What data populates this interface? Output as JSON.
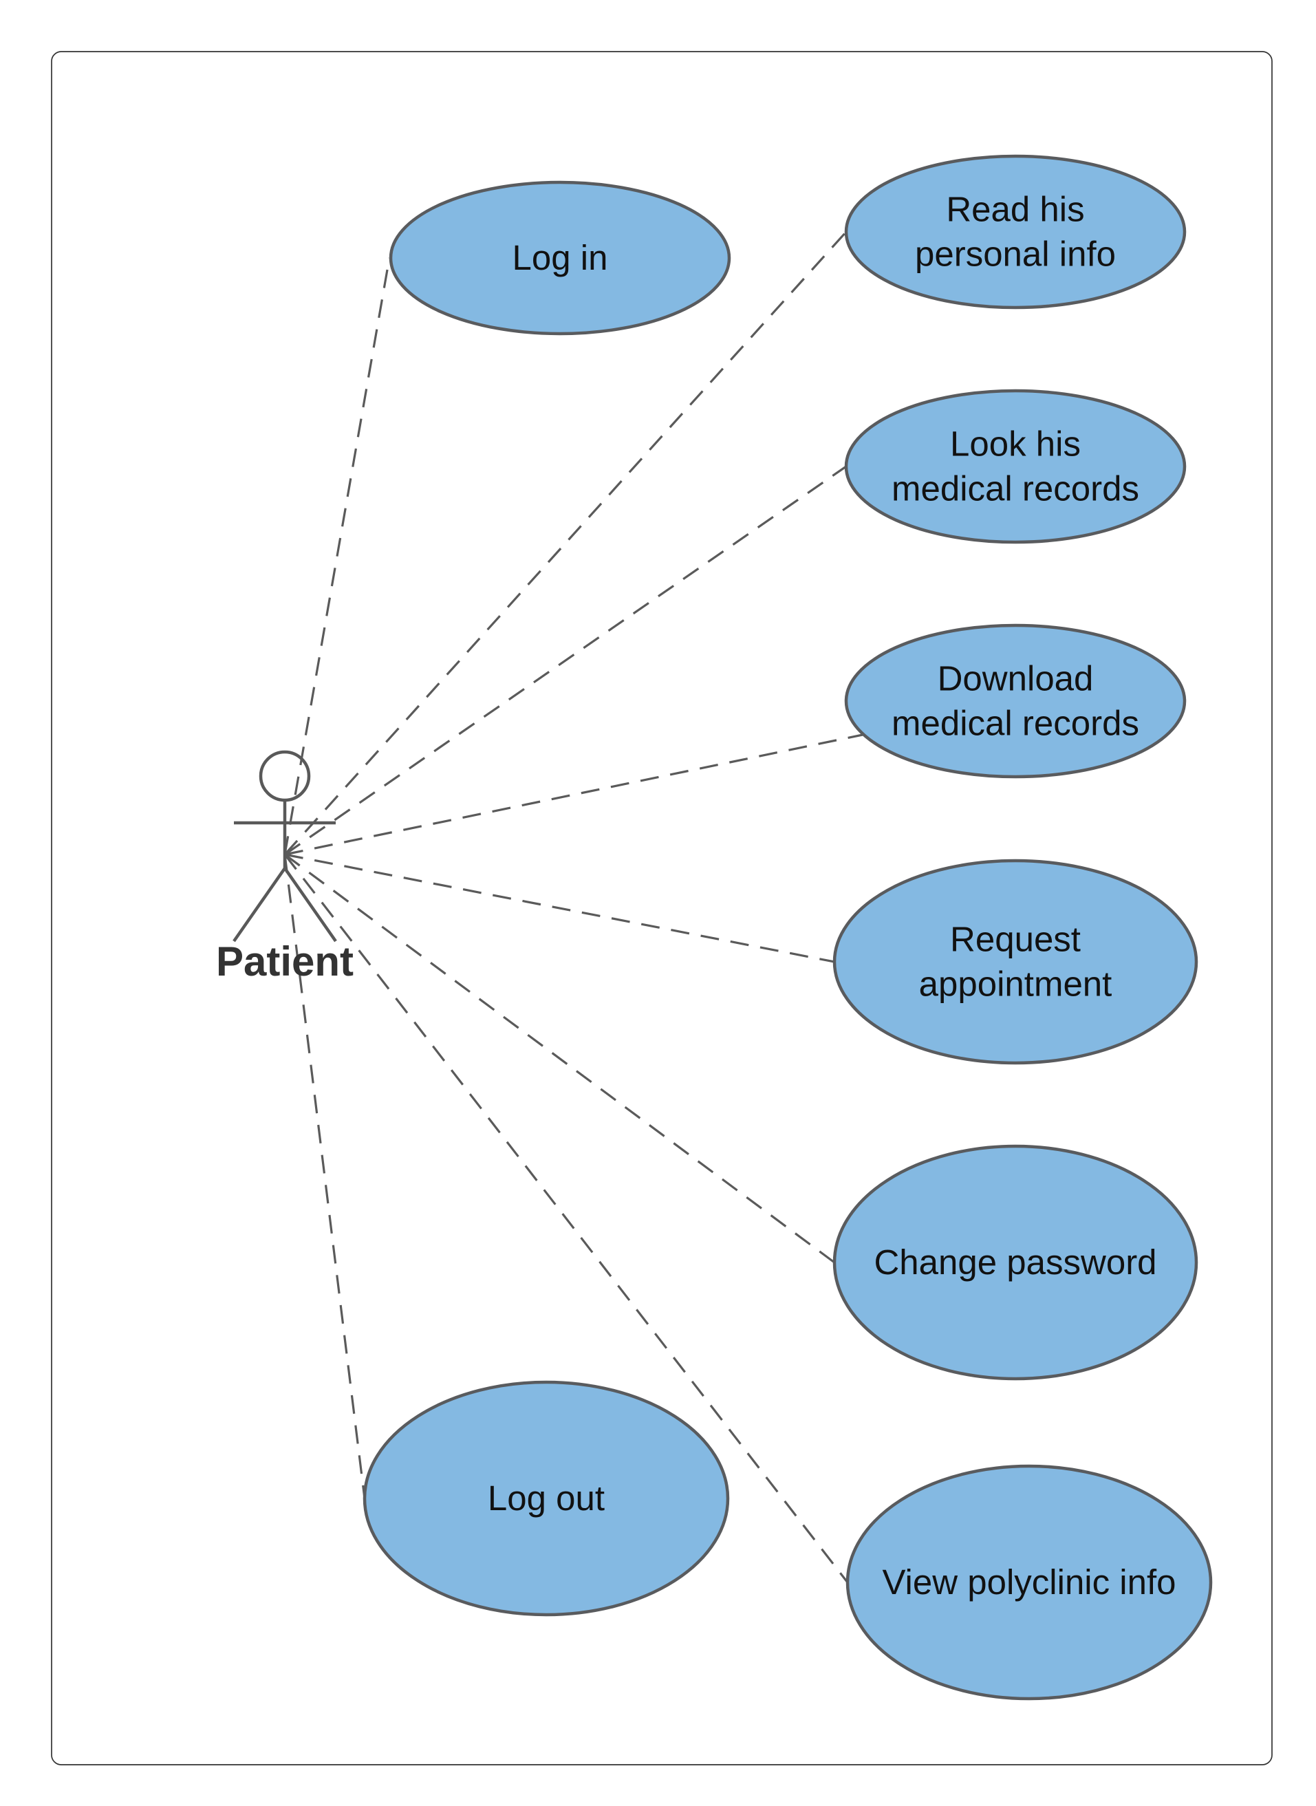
{
  "diagram": {
    "actor": {
      "name": "Patient"
    },
    "colors": {
      "usecase_fill": "#84b9e2",
      "usecase_stroke": "#595b5e",
      "line": "#5a5a5a",
      "actor_label": "#333333",
      "frame": "#333333"
    },
    "use_cases": [
      {
        "id": "log-in",
        "label": [
          "Log in"
        ]
      },
      {
        "id": "read-personal-info",
        "label": [
          "Read his",
          "personal info"
        ]
      },
      {
        "id": "look-medical-records",
        "label": [
          "Look his",
          "medical records"
        ]
      },
      {
        "id": "download-medical-records",
        "label": [
          "Download",
          "medical records"
        ]
      },
      {
        "id": "request-appointment",
        "label": [
          "Request",
          "appointment"
        ]
      },
      {
        "id": "change-password",
        "label": [
          "Change password"
        ]
      },
      {
        "id": "log-out",
        "label": [
          "Log out"
        ]
      },
      {
        "id": "view-polyclinic-info",
        "label": [
          "View polyclinic info"
        ]
      }
    ]
  }
}
